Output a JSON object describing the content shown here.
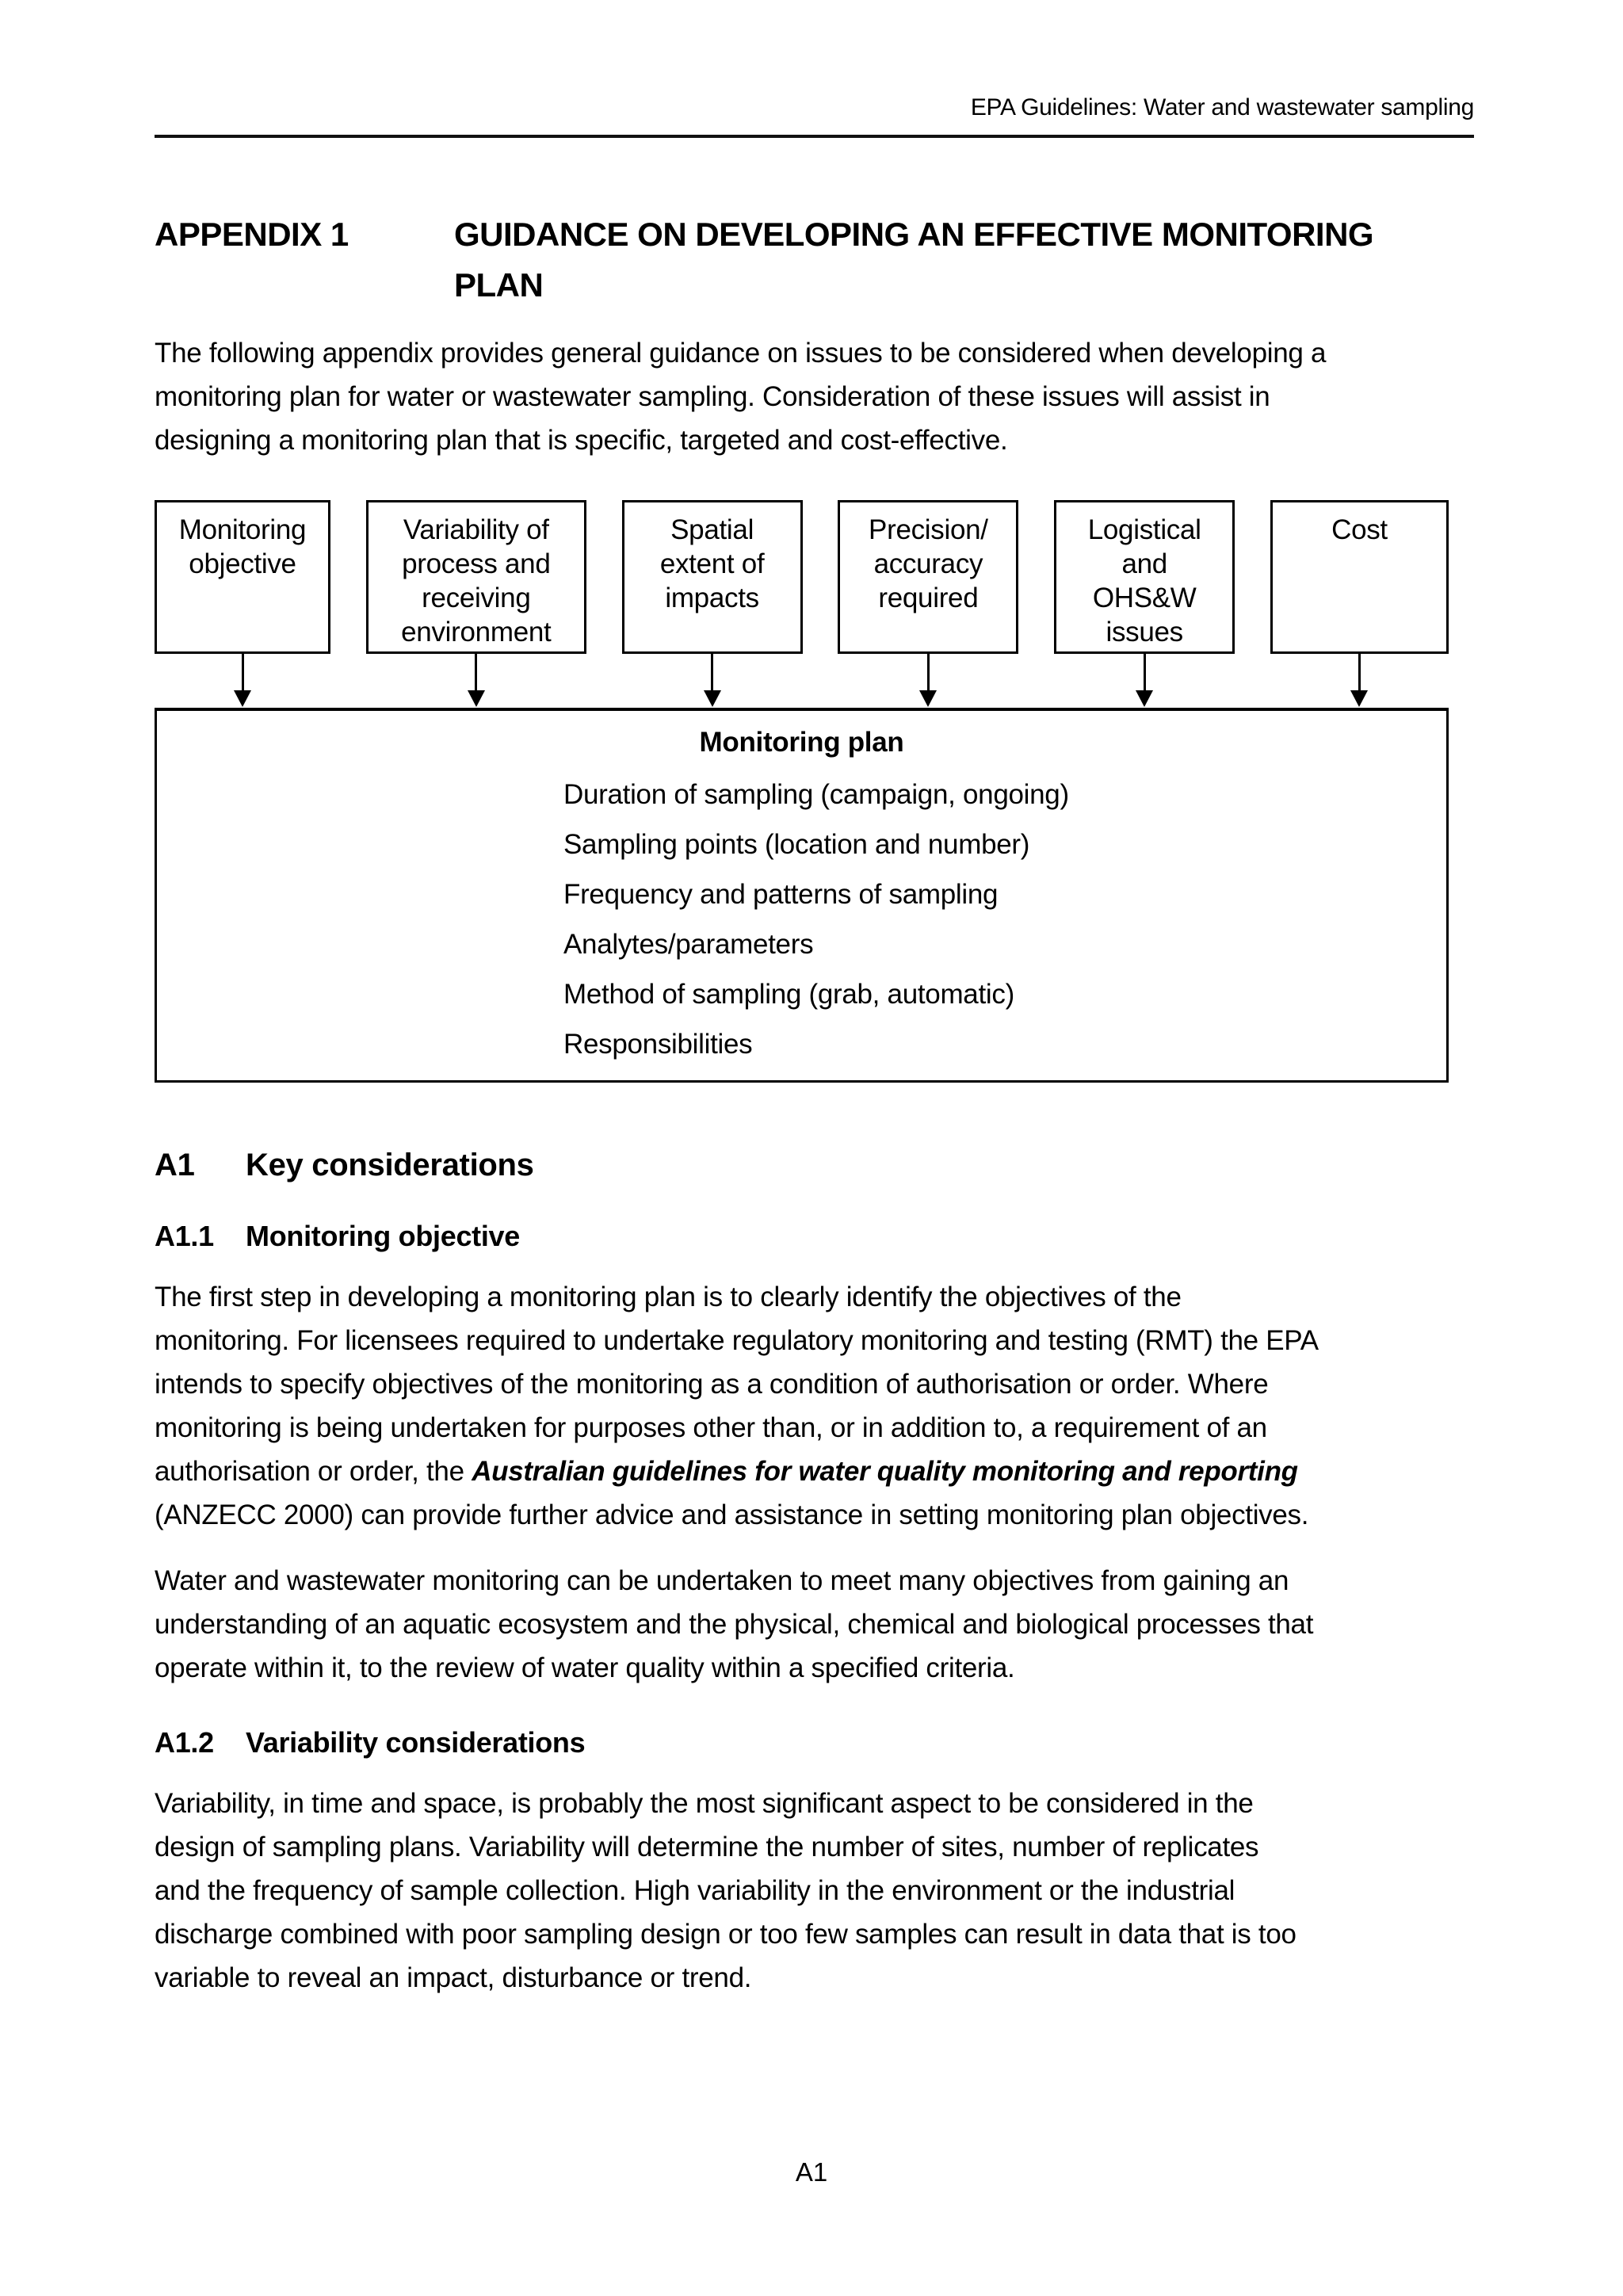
{
  "header": {
    "text": "EPA Guidelines: Water and wastewater sampling"
  },
  "title": {
    "label": "APPENDIX 1",
    "text": "GUIDANCE ON DEVELOPING AN EFFECTIVE MONITORING\nPLAN"
  },
  "intro": "The following appendix provides general guidance on issues to be considered when developing a\nmonitoring plan for water or wastewater sampling. Consideration of these issues will assist in\ndesigning a monitoring plan that is specific, targeted and cost-effective.",
  "diagram": {
    "factors": [
      "Monitoring\nobjective",
      "Variability of\nprocess and\nreceiving\nenvironment",
      "Spatial\nextent of\nimpacts",
      "Precision/\naccuracy\nrequired",
      "Logistical\nand\nOHS&W\nissues",
      "Cost"
    ],
    "plan": {
      "title": "Monitoring plan",
      "items": [
        "Duration of sampling (campaign, ongoing)",
        "Sampling points (location and number)",
        "Frequency and patterns of sampling",
        "Analytes/parameters",
        "Method of sampling (grab, automatic)",
        "Responsibilities"
      ]
    }
  },
  "sections": {
    "a1": {
      "number": "A1",
      "title": "Key considerations"
    },
    "a11": {
      "number": "A1.1",
      "title": "Monitoring objective",
      "para1_before": "The first step in developing a monitoring plan is to clearly identify the objectives of the\nmonitoring. For licensees required to undertake regulatory monitoring and testing (RMT) the EPA\nintends to specify objectives of the monitoring as a condition of authorisation or order. Where\nmonitoring is being undertaken for purposes other than, or in addition to, a requirement of an\nauthorisation or order, the ",
      "para1_em": "Australian guidelines for water quality monitoring and reporting",
      "para1_after": "\n(ANZECC 2000) can provide further advice and assistance in setting monitoring plan objectives.",
      "para2": "Water and wastewater monitoring can be undertaken to meet many objectives from gaining an\nunderstanding of an aquatic ecosystem and the physical, chemical and biological processes that\noperate within it, to the review of water quality within a specified criteria."
    },
    "a12": {
      "number": "A1.2",
      "title": "Variability considerations",
      "para": "Variability, in time and space, is probably the most significant aspect to be considered in the\ndesign of sampling plans. Variability will determine the number of sites, number of replicates\nand the frequency of sample collection. High variability in the environment or the industrial\ndischarge combined with poor sampling design or too few samples can result in data that is too\nvariable to reveal an impact, disturbance or trend."
    }
  },
  "footer": {
    "page_number": "A1"
  }
}
